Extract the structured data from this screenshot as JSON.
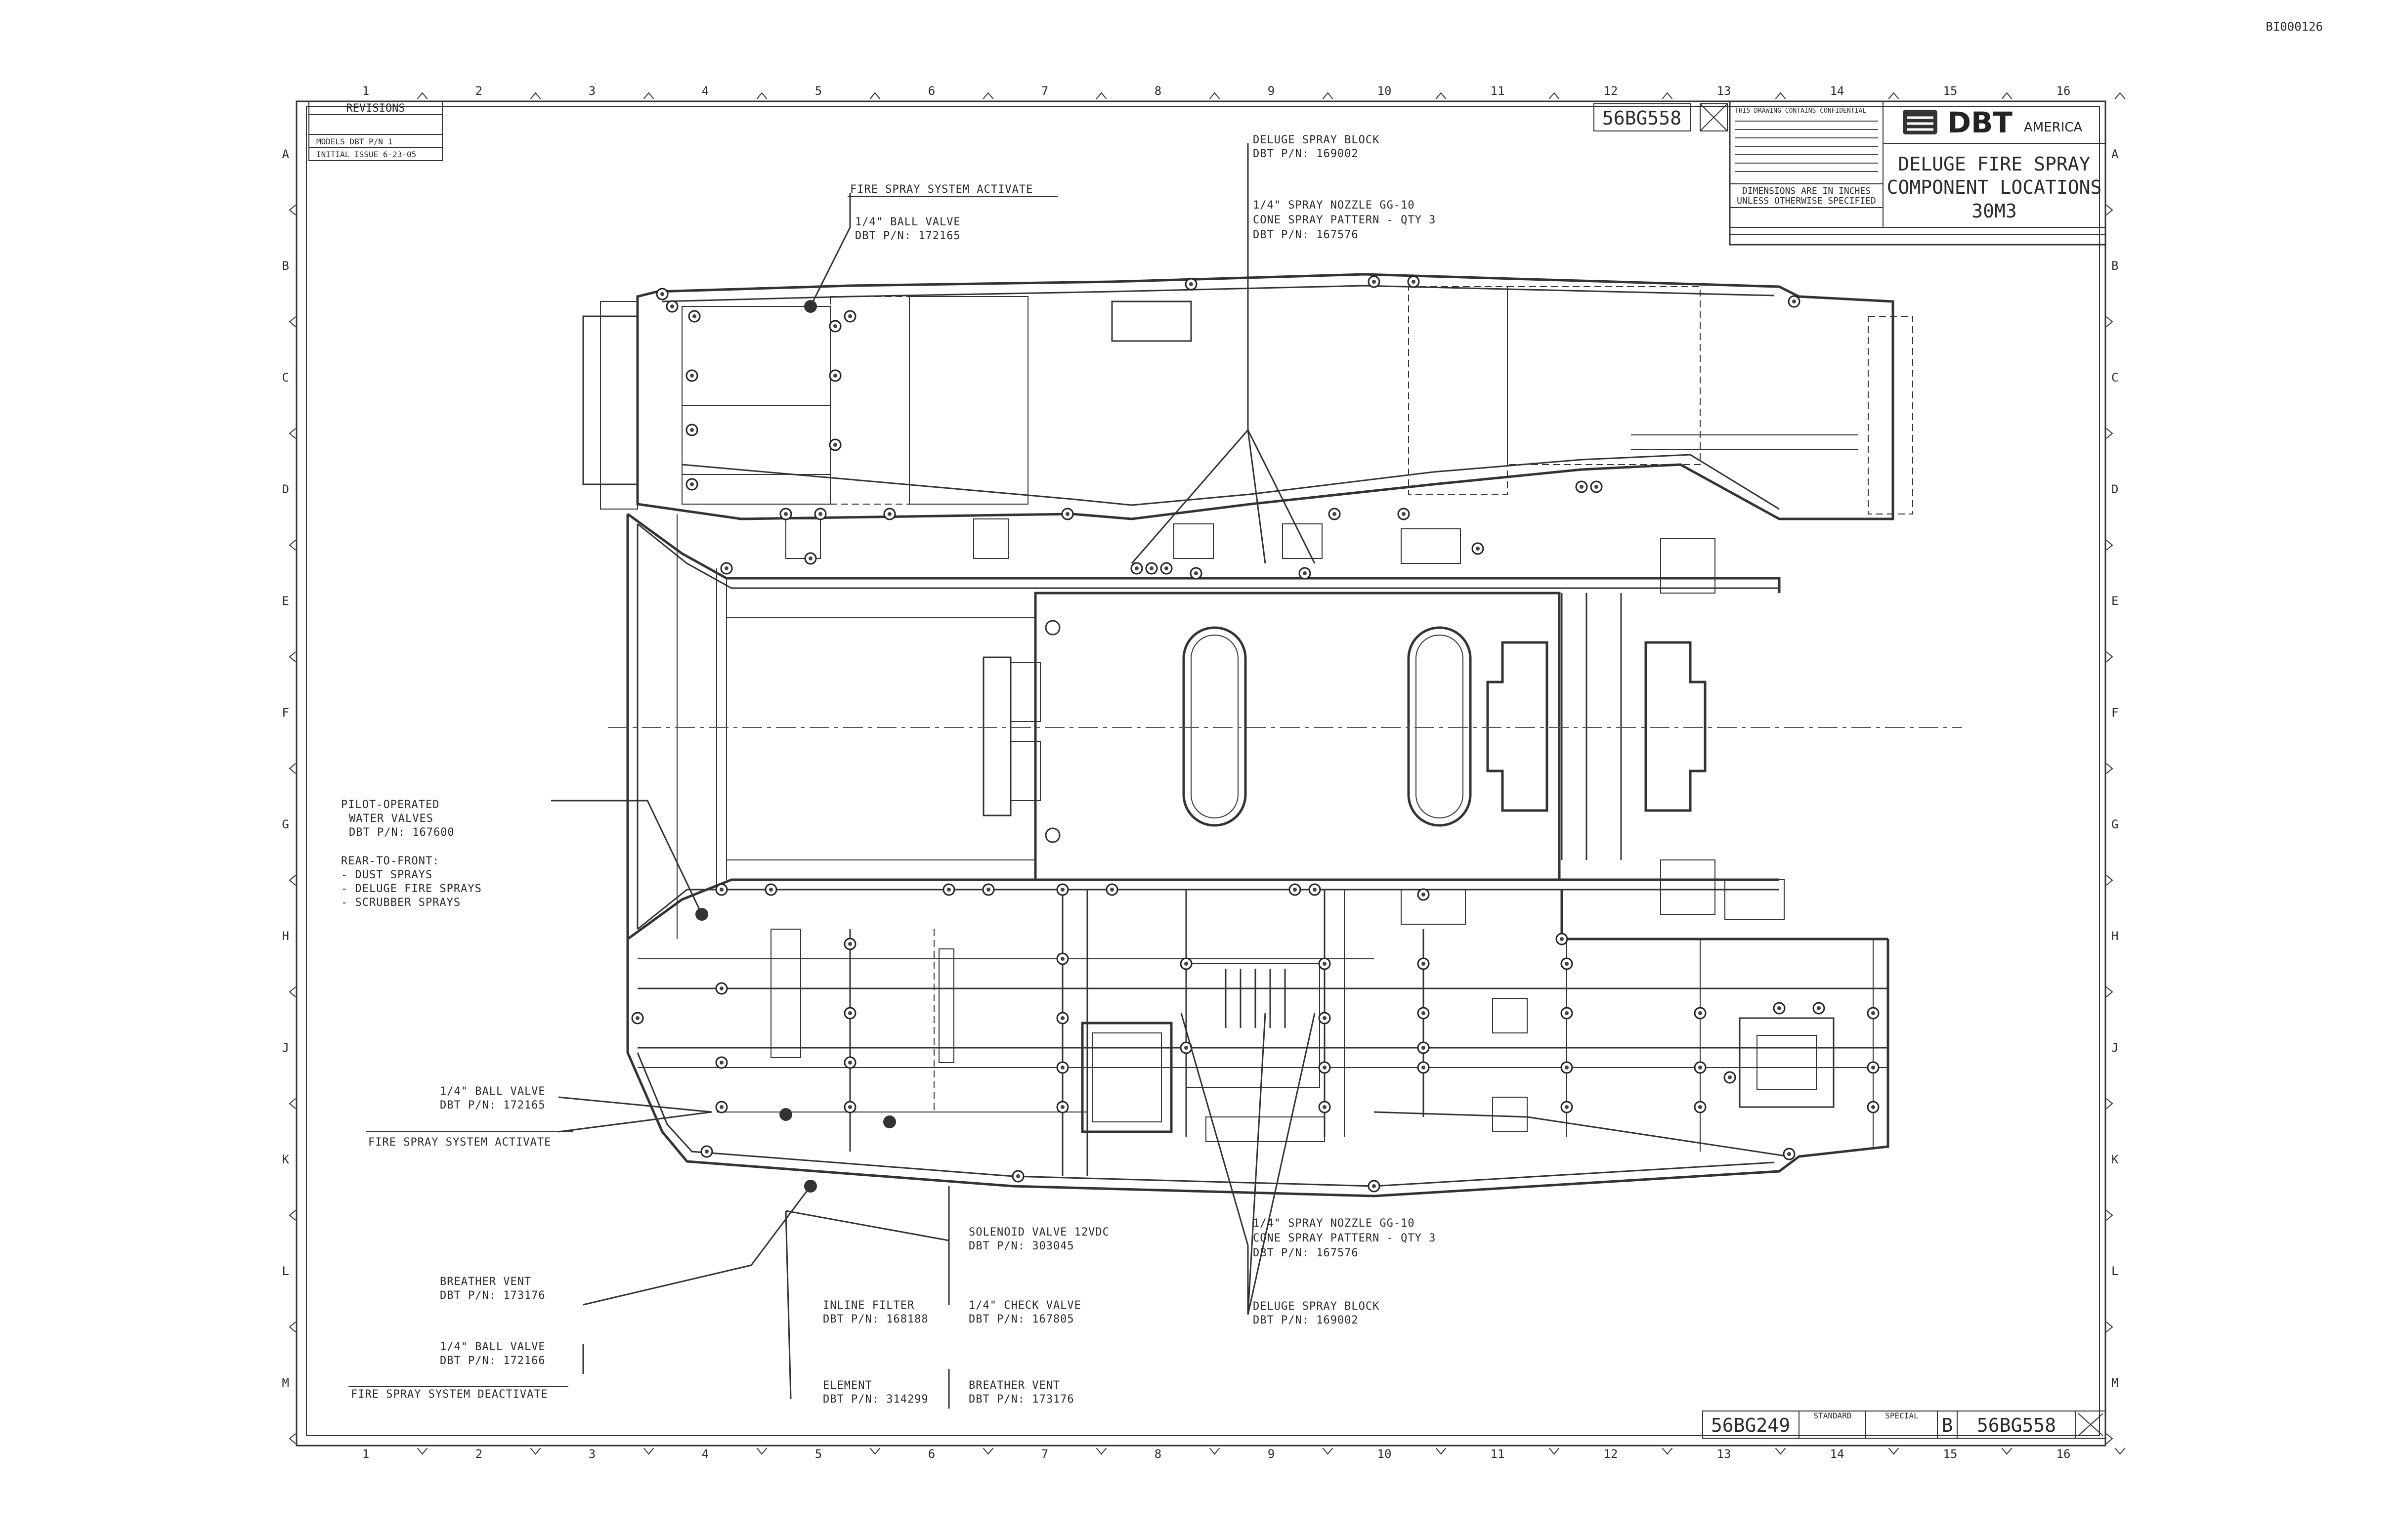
{
  "document_id": "BI000126",
  "drawing_number": "56BG558",
  "ref_drawing_number": "56BG249",
  "size_letter": "B",
  "title_block": {
    "company": "DBT",
    "company_suffix": "AMERICA",
    "title_line1": "DELUGE FIRE SPRAY",
    "title_line2": "COMPONENT LOCATIONS",
    "title_line3": "30M3",
    "notice": "THIS DRAWING CONTAINS CONFIDENTIAL",
    "tolerance": "DIMENSIONS ARE IN INCHES",
    "tolerance2": "UNLESS OTHERWISE SPECIFIED",
    "standard_label": "STANDARD",
    "special_label": "SPECIAL"
  },
  "revisions": {
    "title": "REVISIONS",
    "rows": [
      "MODELS DBT P/N 1",
      "INITIAL ISSUE 6-23-05"
    ]
  },
  "grid": {
    "columns": [
      "1",
      "2",
      "3",
      "4",
      "5",
      "6",
      "7",
      "8",
      "9",
      "10",
      "11",
      "12",
      "13",
      "14",
      "15",
      "16"
    ],
    "rows": [
      "A",
      "B",
      "C",
      "D",
      "E",
      "F",
      "G",
      "H",
      "J",
      "K",
      "L",
      "M"
    ]
  },
  "callouts": {
    "fire_activate_top": "FIRE SPRAY SYSTEM ACTIVATE",
    "ball_valve_top_1": "1/4\" BALL VALVE",
    "ball_valve_top_2": "DBT P/N: 172165",
    "deluge_block_top_1": "DELUGE SPRAY BLOCK",
    "deluge_block_top_2": "DBT P/N: 169002",
    "nozzle_top_1": "1/4\" SPRAY NOZZLE GG-10",
    "nozzle_top_2": "CONE SPRAY PATTERN - QTY 3",
    "nozzle_top_3": "DBT P/N: 167576",
    "pilot_1": "PILOT-OPERATED",
    "pilot_2": "WATER VALVES",
    "pilot_3": "DBT P/N: 167600",
    "rear_front": "REAR-TO-FRONT:",
    "rear_front_1": "- DUST SPRAYS",
    "rear_front_2": "- DELUGE FIRE SPRAYS",
    "rear_front_3": "- SCRUBBER SPRAYS",
    "ball_valve_mid_1": "1/4\" BALL VALVE",
    "ball_valve_mid_2": "DBT P/N: 172165",
    "fire_activate_mid": "FIRE SPRAY SYSTEM ACTIVATE",
    "solenoid_1": "SOLENOID VALVE 12VDC",
    "solenoid_2": "DBT P/N: 303045",
    "nozzle_bot_1": "1/4\" SPRAY NOZZLE GG-10",
    "nozzle_bot_2": "CONE SPRAY PATTERN - QTY 3",
    "nozzle_bot_3": "DBT P/N: 167576",
    "breather_left_1": "BREATHER VENT",
    "breather_left_2": "DBT P/N: 173176",
    "inline_1": "INLINE FILTER",
    "inline_2": "DBT P/N: 168188",
    "check_1": "1/4\" CHECK VALVE",
    "check_2": "DBT P/N: 167805",
    "deluge_block_bot_1": "DELUGE SPRAY BLOCK",
    "deluge_block_bot_2": "DBT P/N: 169002",
    "ball_valve_bot_1": "1/4\" BALL VALVE",
    "ball_valve_bot_2": "DBT P/N: 172166",
    "fire_deactivate": "FIRE SPRAY SYSTEM DEACTIVATE",
    "element_1": "ELEMENT",
    "element_2": "DBT P/N: 314299",
    "breather_bot_1": "BREATHER VENT",
    "breather_bot_2": "DBT P/N: 173176"
  }
}
